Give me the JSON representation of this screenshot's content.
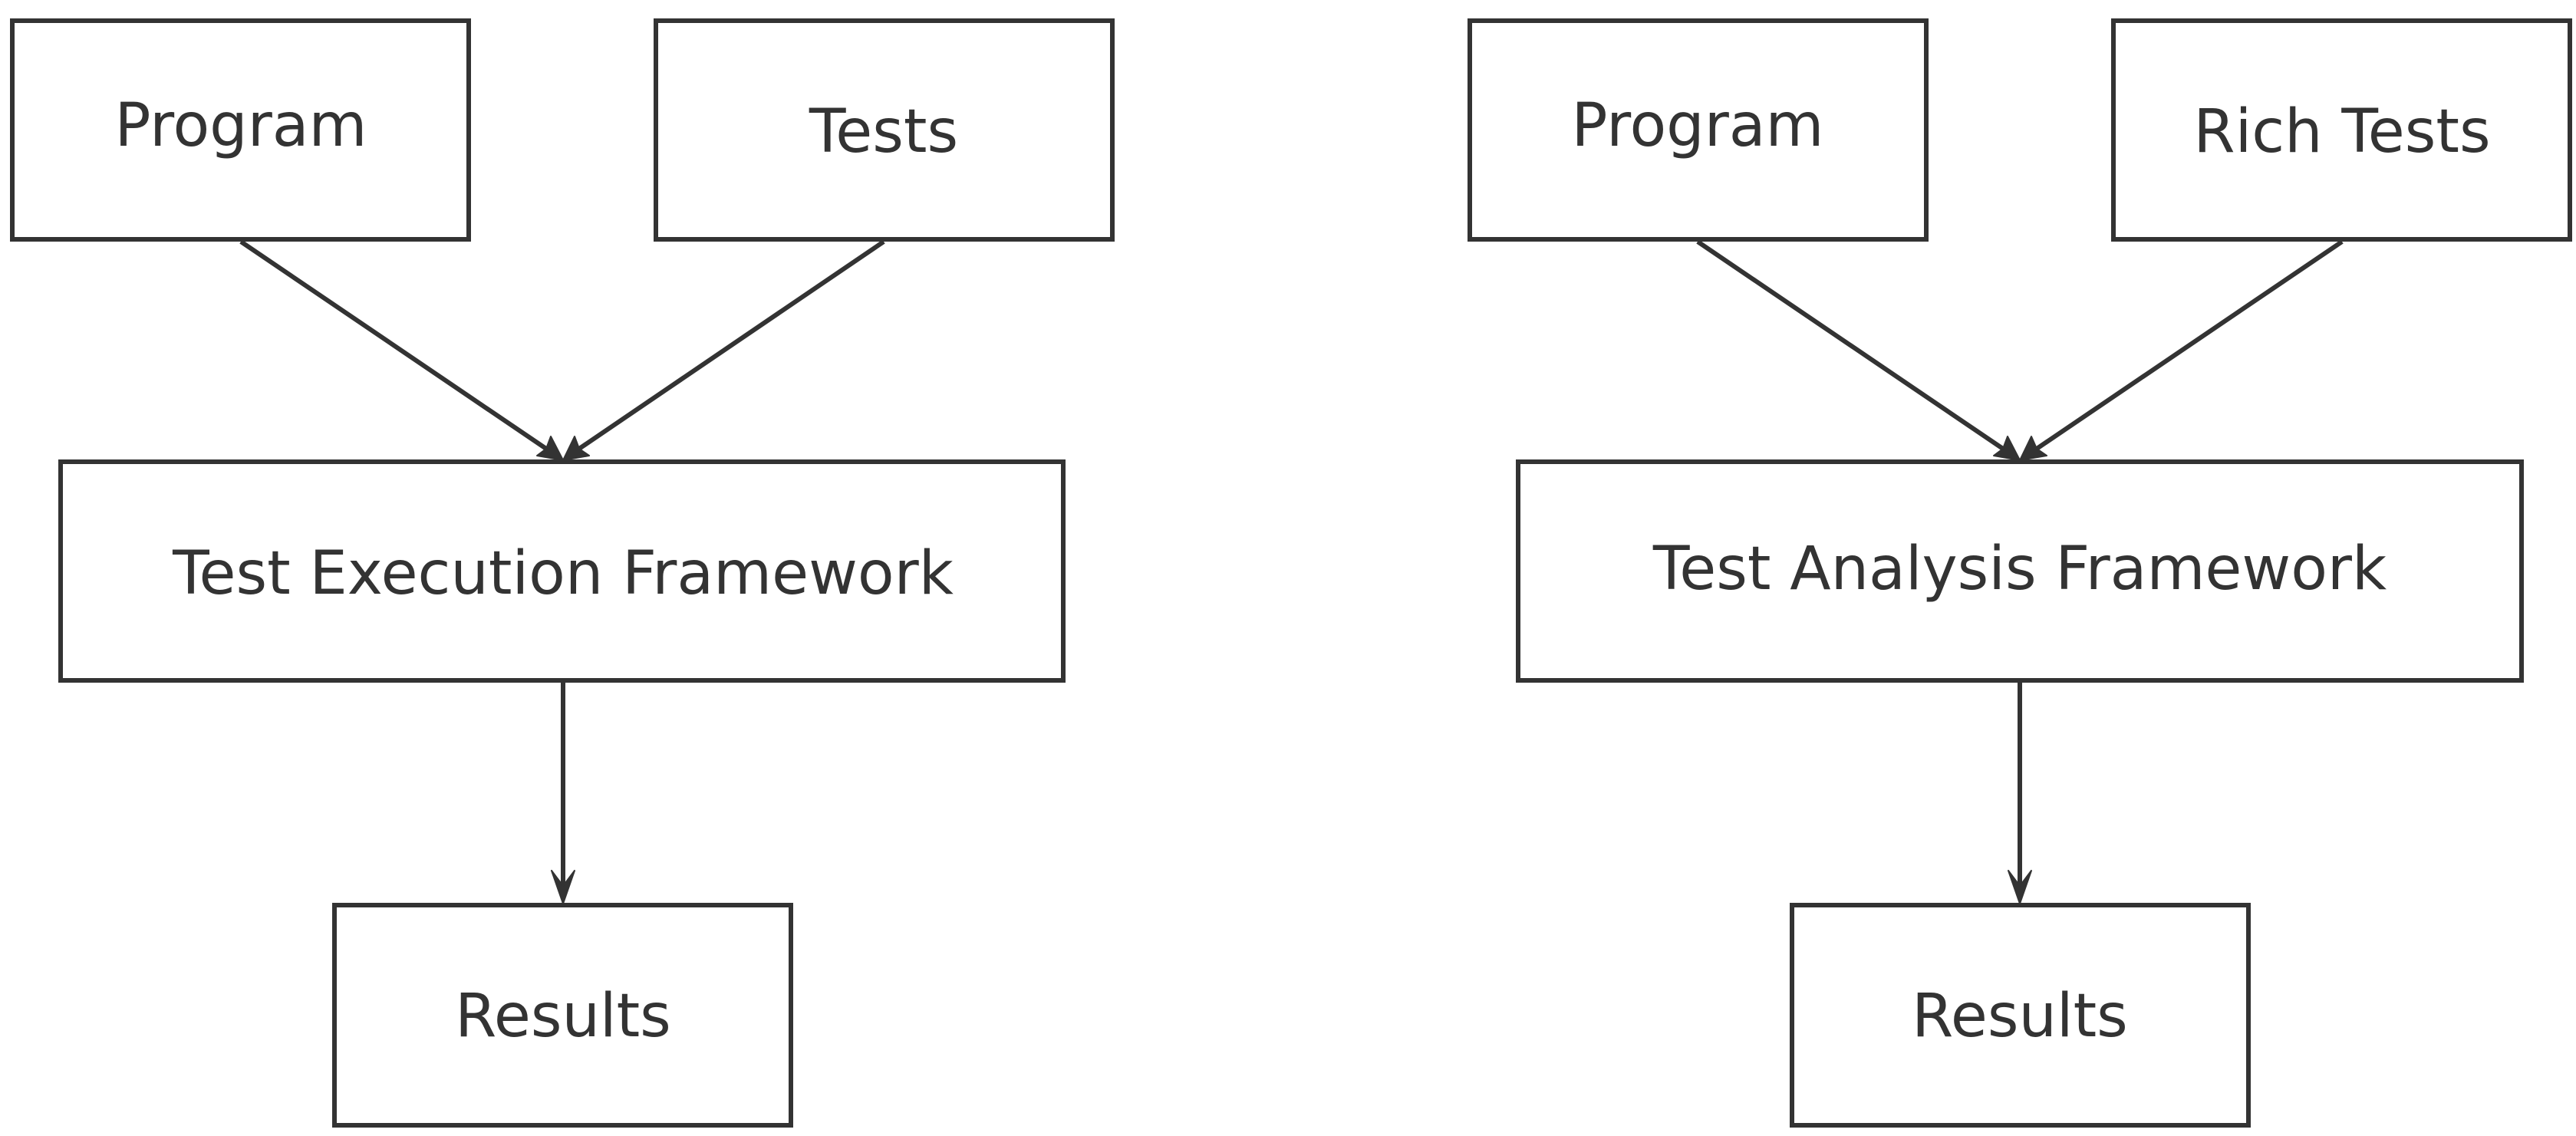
{
  "diagrams": [
    {
      "nodes": [
        {
          "id": "program",
          "label": "Program"
        },
        {
          "id": "tests",
          "label": "Tests"
        },
        {
          "id": "framework",
          "label": "Test Execution Framework"
        },
        {
          "id": "results",
          "label": "Results"
        }
      ],
      "edges": [
        {
          "from": "program",
          "to": "framework"
        },
        {
          "from": "tests",
          "to": "framework"
        },
        {
          "from": "framework",
          "to": "results"
        }
      ]
    },
    {
      "nodes": [
        {
          "id": "program",
          "label": "Program"
        },
        {
          "id": "tests",
          "label": "Rich Tests"
        },
        {
          "id": "framework",
          "label": "Test Analysis Framework"
        },
        {
          "id": "results",
          "label": "Results"
        }
      ],
      "edges": [
        {
          "from": "program",
          "to": "framework"
        },
        {
          "from": "tests",
          "to": "framework"
        },
        {
          "from": "framework",
          "to": "results"
        }
      ]
    }
  ],
  "colors": {
    "stroke": "#333333",
    "text": "#333333",
    "background": "#ffffff"
  }
}
